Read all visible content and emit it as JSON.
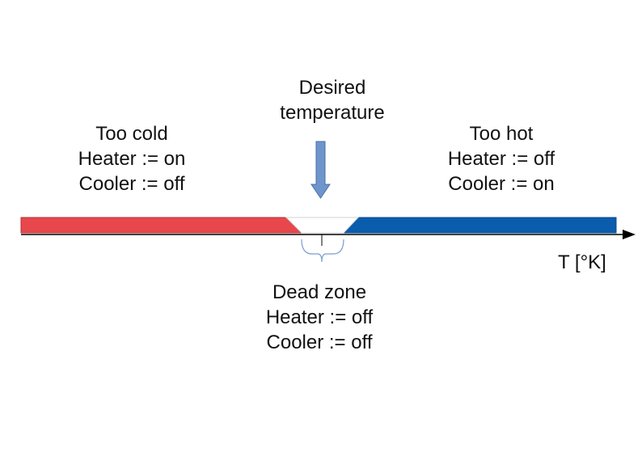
{
  "desired": {
    "line1": "Desired",
    "line2": "temperature"
  },
  "too_cold": {
    "title": "Too cold",
    "heater": "Heater := on",
    "cooler": "Cooler := off"
  },
  "too_hot": {
    "title": "Too hot",
    "heater": "Heater := off",
    "cooler": "Cooler := on"
  },
  "dead_zone": {
    "title": "Dead zone",
    "heater": "Heater := off",
    "cooler": "Cooler := off"
  },
  "axis": {
    "label": "T [°K]"
  },
  "colors": {
    "cold_band": "#e8474b",
    "hot_band": "#0a5cad",
    "arrow_fill": "#6e95cc",
    "arrow_stroke": "#4a6fa5",
    "axis": "#000000",
    "bracket": "#7a9ccf"
  }
}
